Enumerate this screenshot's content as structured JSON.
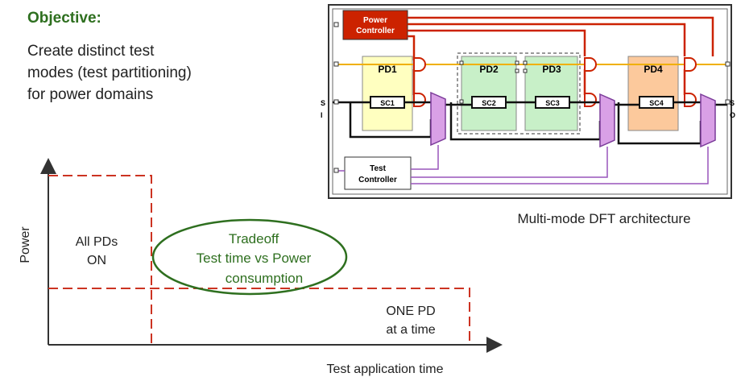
{
  "objective": {
    "title": "Objective:",
    "lines": [
      "Create distinct test",
      "modes (test partitioning)",
      "for power domains"
    ]
  },
  "architecture": {
    "power_controller": [
      "Power",
      "Controller"
    ],
    "test_controller": [
      "Test",
      "Controller"
    ],
    "domains": [
      "PD1",
      "PD2",
      "PD3",
      "PD4"
    ],
    "scan_chains": [
      "SC1",
      "SC2",
      "SC3",
      "SC4"
    ],
    "si_label": [
      "S",
      "I"
    ],
    "so_label": [
      "S",
      "O"
    ],
    "caption": "Multi-mode DFT architecture",
    "colors": {
      "pd1": "#ffffc0",
      "pd2_pd3": "#c8f0c8",
      "pd4": "#fcc99c",
      "power_wire": "#cc2200",
      "test_wire": "#9955bb",
      "clock_wire": "#f0b000",
      "power_controller_fill": "#cc2200",
      "mux_fill": "#d9a0e6"
    }
  },
  "graph": {
    "ylabel": "Power",
    "xlabel": "Test application time",
    "high_label": [
      "All PDs",
      "ON"
    ],
    "low_label": [
      "ONE PD",
      "at a time"
    ],
    "tradeoff": [
      "Tradeoff",
      "Test time vs Power",
      "consumption"
    ]
  }
}
